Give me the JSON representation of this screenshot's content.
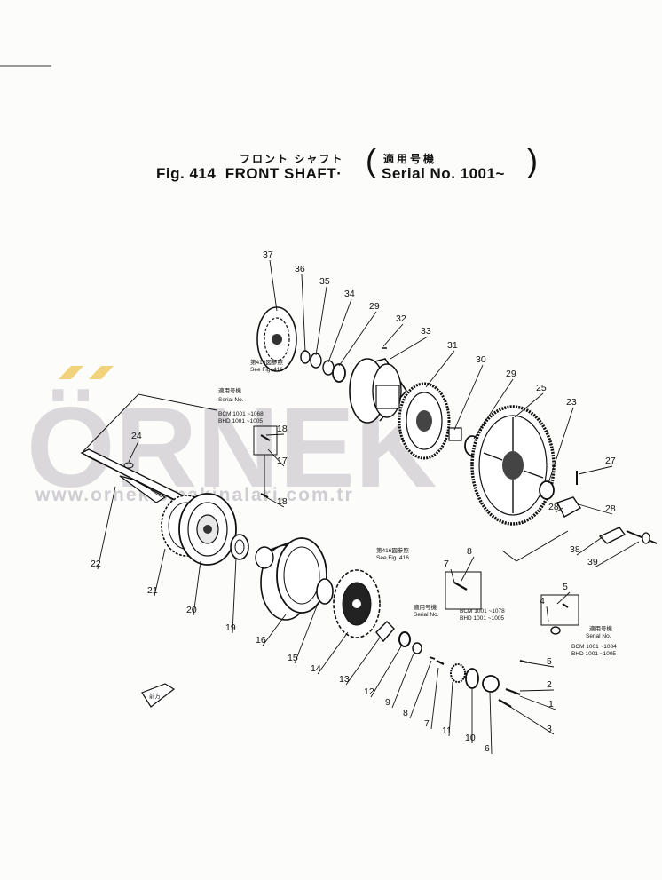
{
  "header": {
    "title_jp": "フロント シャフト",
    "title_jp_serial": "適用号機",
    "fig_label": "Fig. 414",
    "title": "FRONT SHAFT",
    "serial": "Serial No. 1001~"
  },
  "watermark": {
    "brand": "ÖRNEK",
    "url": "www.ornekismakinalari.com.tr"
  },
  "callouts": {
    "serial_no_left": {
      "jp": "適用号機",
      "label": "Serial No.",
      "line1": "BCM 1001 ~1068",
      "line2": "BHD 1001 ~1005"
    },
    "serial_no_mid": {
      "jp": "適用号機",
      "label": "Serial No.",
      "line1": "BCM 1001 ~1078",
      "line2": "BHD 1001 ~1005"
    },
    "serial_no_right": {
      "jp": "適用号機",
      "label": "Serial No.",
      "line1": "BCM 1001 ~1084",
      "line2": "BHD 1001 ~1005"
    },
    "see_fig_top": {
      "jp": "第416図参照",
      "label": "See Fig. 416"
    },
    "see_fig_mid": {
      "jp": "第416図参照",
      "label": "See Fig. 416"
    },
    "front_mark": "前方"
  },
  "parts": [
    "37",
    "36",
    "35",
    "34",
    "29",
    "32",
    "33",
    "31",
    "30",
    "29",
    "25",
    "23",
    "27",
    "28",
    "28",
    "38",
    "39",
    "24",
    "18",
    "17",
    "18",
    "22",
    "21",
    "20",
    "19",
    "16",
    "15",
    "14",
    "13",
    "12",
    "9",
    "8",
    "7",
    "8",
    "7",
    "11",
    "10",
    "6",
    "3",
    "1",
    "2",
    "5",
    "5",
    "4"
  ]
}
